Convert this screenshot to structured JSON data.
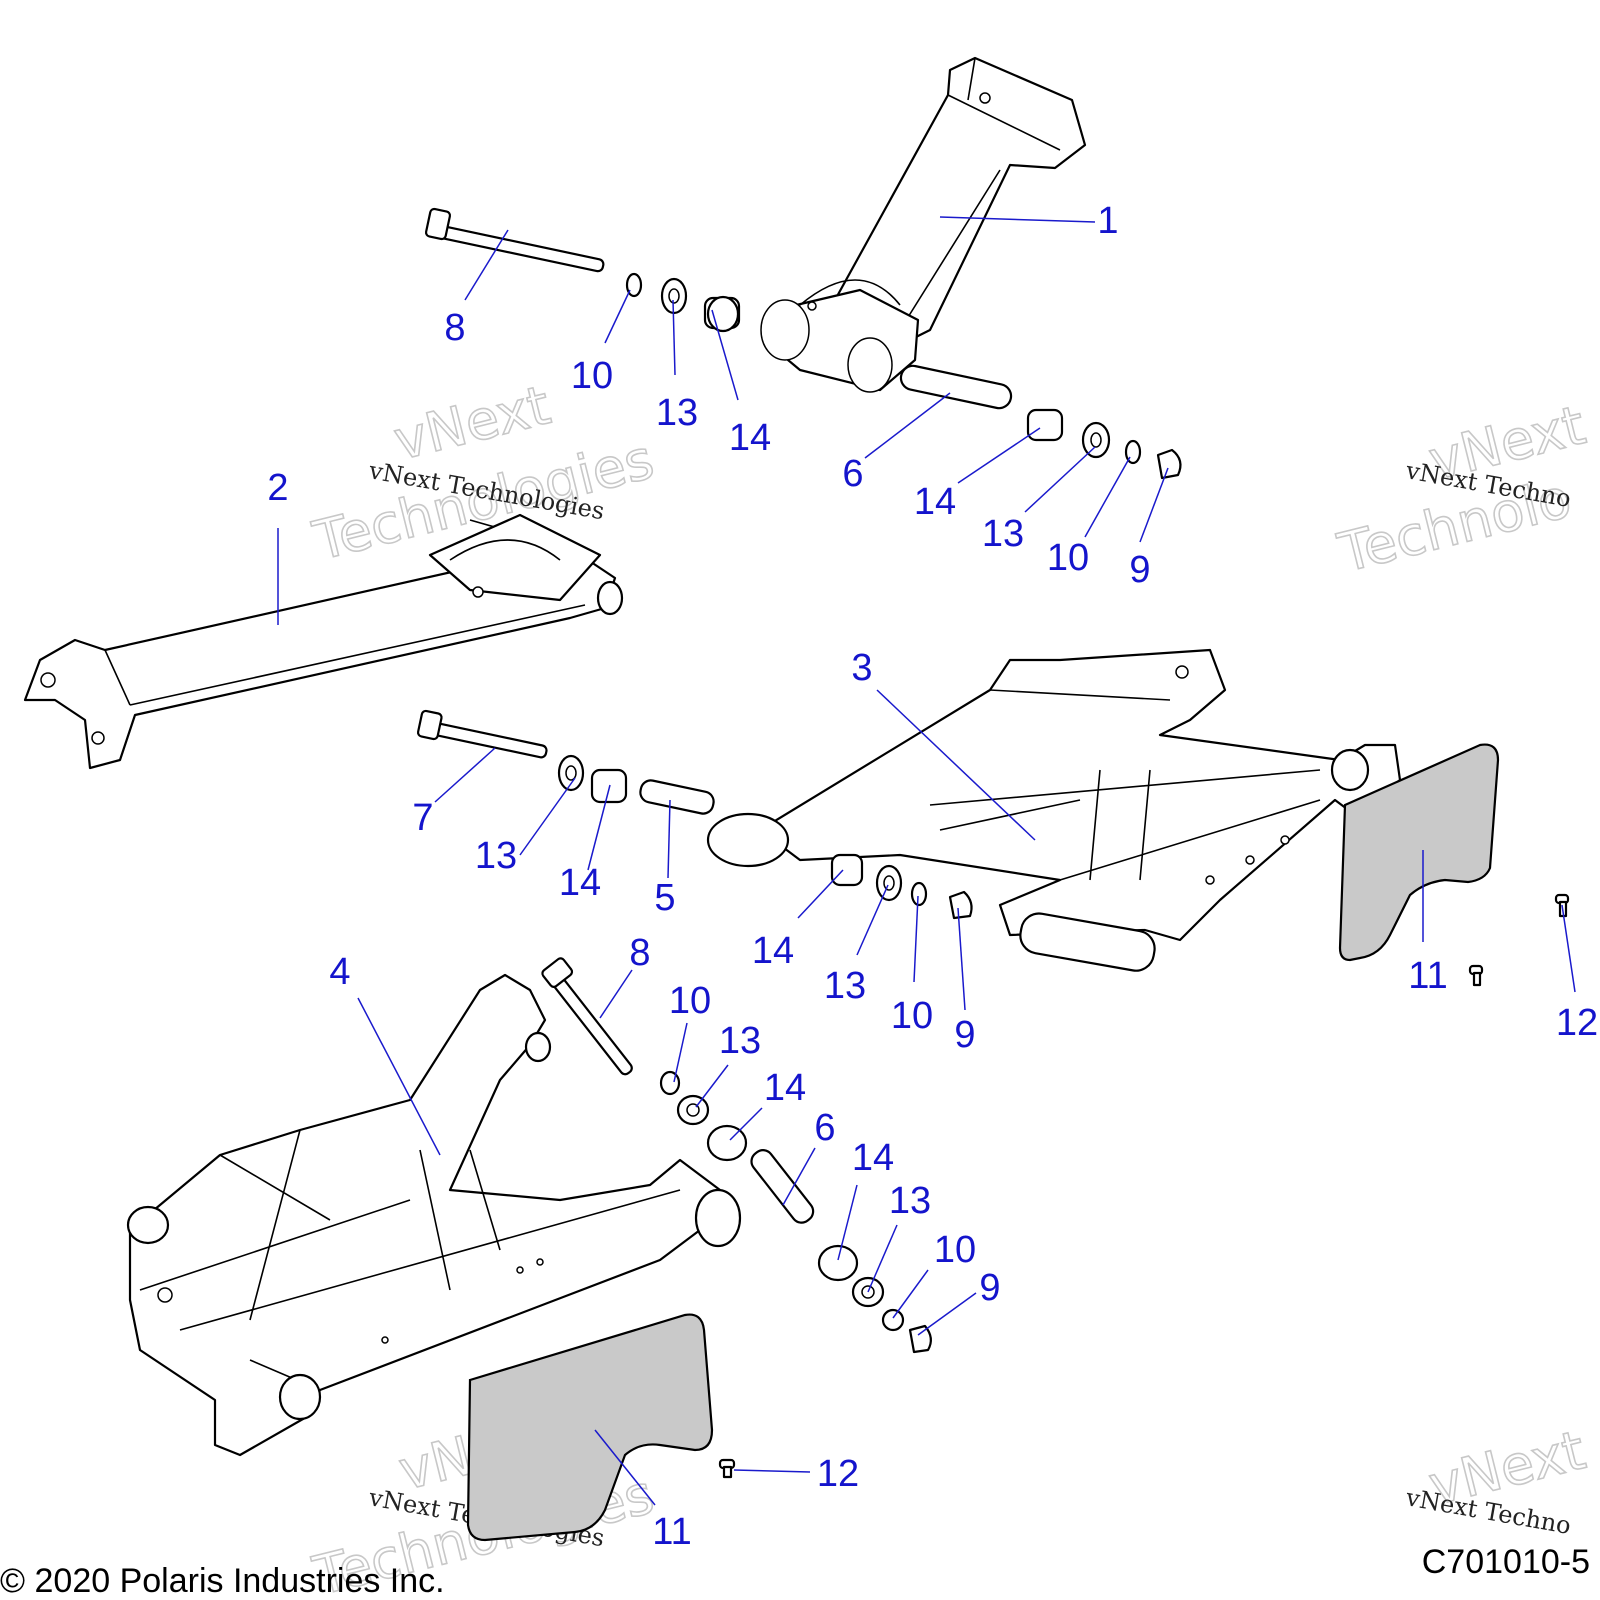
{
  "diagram": {
    "callouts": [
      {
        "id": "c1",
        "label": "1"
      },
      {
        "id": "c2",
        "label": "2"
      },
      {
        "id": "c3",
        "label": "3"
      },
      {
        "id": "c4",
        "label": "4"
      },
      {
        "id": "c5",
        "label": "5"
      },
      {
        "id": "c6a",
        "label": "6"
      },
      {
        "id": "c6b",
        "label": "6"
      },
      {
        "id": "c7",
        "label": "7"
      },
      {
        "id": "c8a",
        "label": "8"
      },
      {
        "id": "c8b",
        "label": "8"
      },
      {
        "id": "c9a",
        "label": "9"
      },
      {
        "id": "c9b",
        "label": "9"
      },
      {
        "id": "c9c",
        "label": "9"
      },
      {
        "id": "c10a",
        "label": "10"
      },
      {
        "id": "c10b",
        "label": "10"
      },
      {
        "id": "c10c",
        "label": "10"
      },
      {
        "id": "c10d",
        "label": "10"
      },
      {
        "id": "c10e",
        "label": "10"
      },
      {
        "id": "c11a",
        "label": "11"
      },
      {
        "id": "c11b",
        "label": "11"
      },
      {
        "id": "c12a",
        "label": "12"
      },
      {
        "id": "c12b",
        "label": "12"
      },
      {
        "id": "c13a",
        "label": "13"
      },
      {
        "id": "c13b",
        "label": "13"
      },
      {
        "id": "c13c",
        "label": "13"
      },
      {
        "id": "c13d",
        "label": "13"
      },
      {
        "id": "c13e",
        "label": "13"
      },
      {
        "id": "c13f",
        "label": "13"
      },
      {
        "id": "c14a",
        "label": "14"
      },
      {
        "id": "c14b",
        "label": "14"
      },
      {
        "id": "c14c",
        "label": "14"
      },
      {
        "id": "c14d",
        "label": "14"
      },
      {
        "id": "c14e",
        "label": "14"
      },
      {
        "id": "c14f",
        "label": "14"
      }
    ]
  },
  "watermark": {
    "text": "vNext Technologies",
    "big_line1": "vNext",
    "big_line2": "Technologies",
    "right_fragment": "vNext Techno",
    "right_big_line1": "vNext",
    "right_big_line2": "Technolo"
  },
  "footer": {
    "copyright": "© 2020 Polaris Industries Inc.",
    "figure_code": "C701010-5"
  },
  "colors": {
    "callout": "#1414cc",
    "line_art": "#000000",
    "pad_fill": "#c9c9c9"
  }
}
